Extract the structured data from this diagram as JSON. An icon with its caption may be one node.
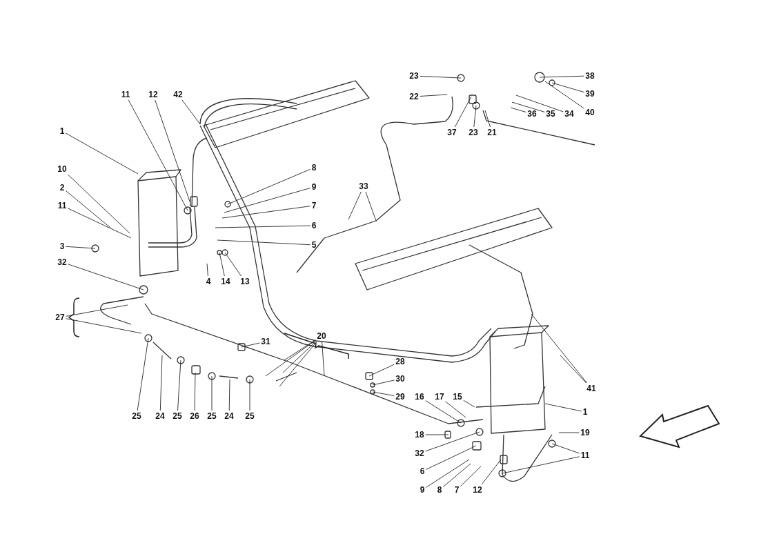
{
  "diagram": {
    "nodes": [
      {
        "text": [
          "11"
        ]
      },
      {
        "text": [
          "12"
        ]
      },
      {
        "text": [
          "42"
        ]
      },
      {
        "text": [
          "1"
        ]
      },
      {
        "text": [
          "10"
        ]
      },
      {
        "text": [
          "2"
        ]
      },
      {
        "text": [
          "11"
        ]
      },
      {
        "text": [
          "3"
        ]
      },
      {
        "text": [
          "32"
        ]
      },
      {
        "text": [
          "8"
        ]
      },
      {
        "text": [
          "9"
        ]
      },
      {
        "text": [
          "7"
        ]
      },
      {
        "text": [
          "6"
        ]
      },
      {
        "text": [
          "5"
        ]
      },
      {
        "text": [
          "4"
        ]
      },
      {
        "text": [
          "14"
        ]
      },
      {
        "text": [
          "13"
        ]
      },
      {
        "text": [
          "27"
        ]
      },
      {
        "text": [
          "31"
        ]
      },
      {
        "text": [
          "20"
        ]
      },
      {
        "text": [
          "25"
        ]
      },
      {
        "text": [
          "24"
        ]
      },
      {
        "text": [
          "25"
        ]
      },
      {
        "text": [
          "26"
        ]
      },
      {
        "text": [
          "25"
        ]
      },
      {
        "text": [
          "24"
        ]
      },
      {
        "text": [
          "25"
        ]
      },
      {
        "text": [
          "28"
        ]
      },
      {
        "text": [
          "30"
        ]
      },
      {
        "text": [
          "29"
        ]
      },
      {
        "text": [
          "23"
        ]
      },
      {
        "text": [
          "22"
        ]
      },
      {
        "text": [
          "37"
        ]
      },
      {
        "text": [
          "23"
        ]
      },
      {
        "text": [
          "21"
        ]
      },
      {
        "text": [
          "38"
        ]
      },
      {
        "text": [
          "39"
        ]
      },
      {
        "text": [
          "40"
        ]
      },
      {
        "text": [
          "36"
        ]
      },
      {
        "text": [
          "35"
        ]
      },
      {
        "text": [
          "34"
        ]
      },
      {
        "text": [
          "33"
        ]
      },
      {
        "text": [
          "41"
        ]
      },
      {
        "text": [
          "16"
        ]
      },
      {
        "text": [
          "17"
        ]
      },
      {
        "text": [
          "15"
        ]
      },
      {
        "text": [
          "1"
        ]
      },
      {
        "text": [
          "18"
        ]
      },
      {
        "text": [
          "19"
        ]
      },
      {
        "text": [
          "32"
        ]
      },
      {
        "text": [
          "6"
        ]
      },
      {
        "text": [
          "11"
        ]
      },
      {
        "text": [
          "9"
        ]
      },
      {
        "text": [
          "8"
        ]
      },
      {
        "text": [
          "7"
        ]
      },
      {
        "text": [
          "12"
        ]
      }
    ],
    "edges": [
      {
        "from": 0,
        "to": null,
        "arrow": "none"
      },
      {
        "from": 1,
        "to": null,
        "arrow": "none"
      },
      {
        "from": 2,
        "to": null,
        "arrow": "none"
      },
      {
        "from": 3,
        "to": null,
        "arrow": "none"
      },
      {
        "from": 4,
        "to": null,
        "arrow": "none"
      },
      {
        "from": 5,
        "to": null,
        "arrow": "none"
      },
      {
        "from": 6,
        "to": null,
        "arrow": "none"
      },
      {
        "from": 7,
        "to": null,
        "arrow": "none"
      },
      {
        "from": 8,
        "to": null,
        "arrow": "none"
      },
      {
        "from": 9,
        "to": null,
        "arrow": "none"
      },
      {
        "from": 10,
        "to": null,
        "arrow": "none"
      },
      {
        "from": 11,
        "to": null,
        "arrow": "none"
      },
      {
        "from": 12,
        "to": null,
        "arrow": "none"
      },
      {
        "from": 13,
        "to": null,
        "arrow": "none"
      },
      {
        "from": 14,
        "to": null,
        "arrow": "none"
      },
      {
        "from": 15,
        "to": null,
        "arrow": "none"
      },
      {
        "from": 16,
        "to": null,
        "arrow": "none"
      },
      {
        "from": 17,
        "to": null,
        "arrow": "none"
      },
      {
        "from": 17,
        "to": null,
        "arrow": "none"
      },
      {
        "from": 18,
        "to": null,
        "arrow": "none"
      },
      {
        "from": 19,
        "to": null,
        "arrow": "none"
      },
      {
        "from": 19,
        "to": null,
        "arrow": "none"
      },
      {
        "from": 19,
        "to": null,
        "arrow": "none"
      },
      {
        "from": 19,
        "to": null,
        "arrow": "none"
      },
      {
        "from": 19,
        "to": null,
        "arrow": "none"
      },
      {
        "from": 20,
        "to": null,
        "arrow": "none"
      },
      {
        "from": 21,
        "to": null,
        "arrow": "none"
      },
      {
        "from": 22,
        "to": null,
        "arrow": "none"
      },
      {
        "from": 23,
        "to": null,
        "arrow": "none"
      },
      {
        "from": 24,
        "to": null,
        "arrow": "none"
      },
      {
        "from": 25,
        "to": null,
        "arrow": "none"
      },
      {
        "from": 26,
        "to": null,
        "arrow": "none"
      },
      {
        "from": 27,
        "to": null,
        "arrow": "none"
      },
      {
        "from": 28,
        "to": null,
        "arrow": "none"
      },
      {
        "from": 29,
        "to": null,
        "arrow": "none"
      },
      {
        "from": 30,
        "to": null,
        "arrow": "none"
      },
      {
        "from": 31,
        "to": null,
        "arrow": "none"
      },
      {
        "from": 32,
        "to": null,
        "arrow": "none"
      },
      {
        "from": 33,
        "to": null,
        "arrow": "none"
      },
      {
        "from": 34,
        "to": null,
        "arrow": "none"
      },
      {
        "from": 35,
        "to": null,
        "arrow": "none"
      },
      {
        "from": 36,
        "to": null,
        "arrow": "none"
      },
      {
        "from": 37,
        "to": null,
        "arrow": "none"
      },
      {
        "from": 38,
        "to": null,
        "arrow": "none"
      },
      {
        "from": 39,
        "to": null,
        "arrow": "none"
      },
      {
        "from": 40,
        "to": null,
        "arrow": "none"
      },
      {
        "from": 41,
        "to": null,
        "arrow": "none"
      },
      {
        "from": 41,
        "to": null,
        "arrow": "none"
      },
      {
        "from": 42,
        "to": null,
        "arrow": "none"
      },
      {
        "from": 42,
        "to": null,
        "arrow": "none"
      },
      {
        "from": 43,
        "to": null,
        "arrow": "none"
      },
      {
        "from": 44,
        "to": null,
        "arrow": "none"
      },
      {
        "from": 45,
        "to": null,
        "arrow": "none"
      },
      {
        "from": 46,
        "to": null,
        "arrow": "none"
      },
      {
        "from": 47,
        "to": null,
        "arrow": "none"
      },
      {
        "from": 48,
        "to": null,
        "arrow": "none"
      },
      {
        "from": 49,
        "to": null,
        "arrow": "none"
      },
      {
        "from": 50,
        "to": null,
        "arrow": "none"
      },
      {
        "from": 51,
        "to": null,
        "arrow": "none"
      },
      {
        "from": 51,
        "to": null,
        "arrow": "none"
      },
      {
        "from": 52,
        "to": null,
        "arrow": "none"
      },
      {
        "from": 53,
        "to": null,
        "arrow": "none"
      },
      {
        "from": 54,
        "to": null,
        "arrow": "none"
      },
      {
        "from": 55,
        "to": null,
        "arrow": "none"
      }
    ]
  }
}
